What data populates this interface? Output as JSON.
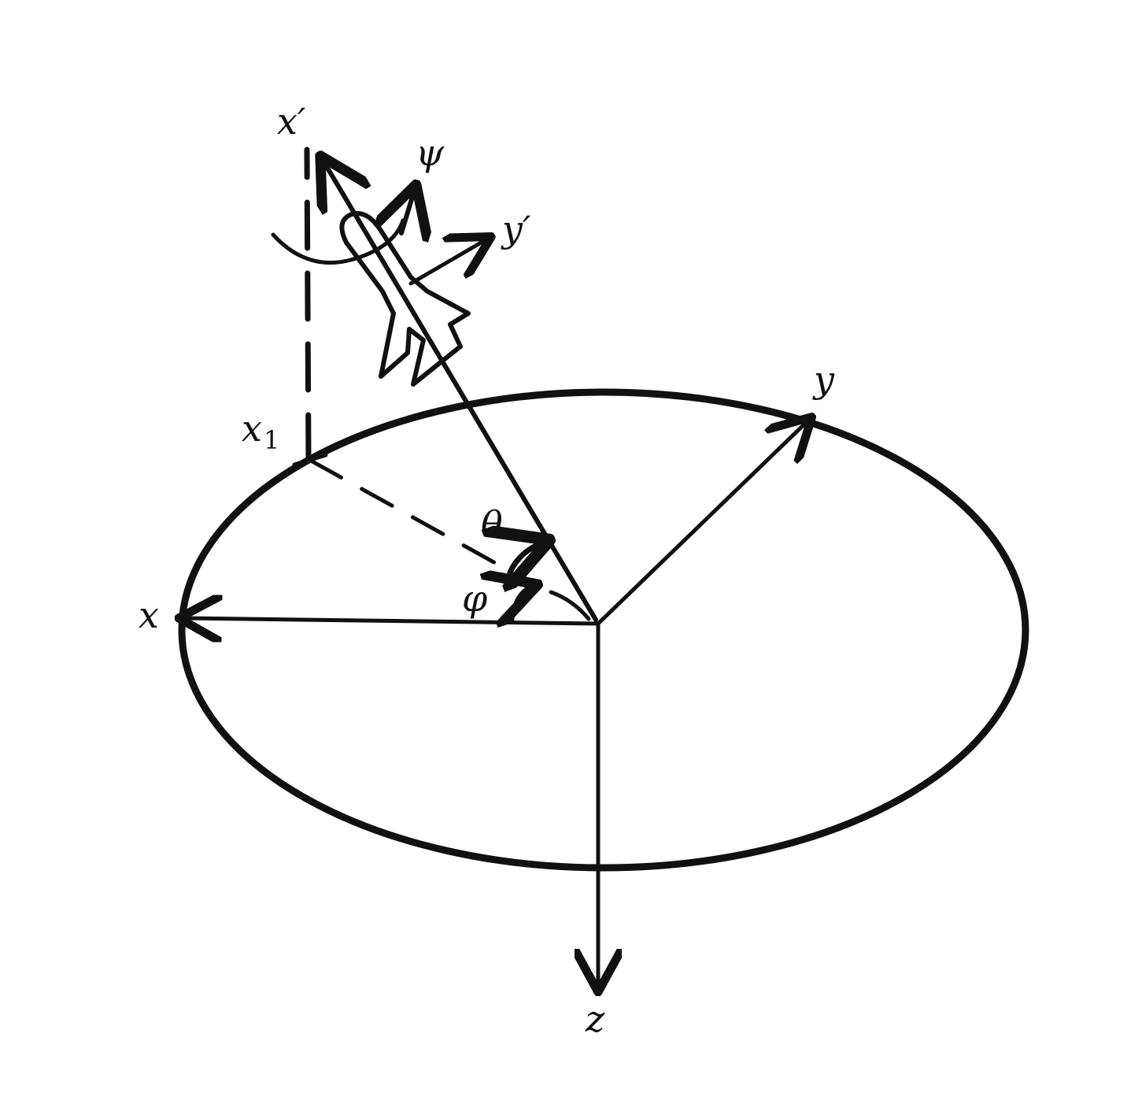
{
  "labels": {
    "x": "x",
    "y": "y",
    "z": "z",
    "x_prime": "x′",
    "y_prime": "y′",
    "psi": "ψ",
    "theta": "θ",
    "phi": "φ",
    "x1_base": "x",
    "x1_sub": "1"
  },
  "colors": {
    "ink": "#111111",
    "background": "#ffffff"
  }
}
